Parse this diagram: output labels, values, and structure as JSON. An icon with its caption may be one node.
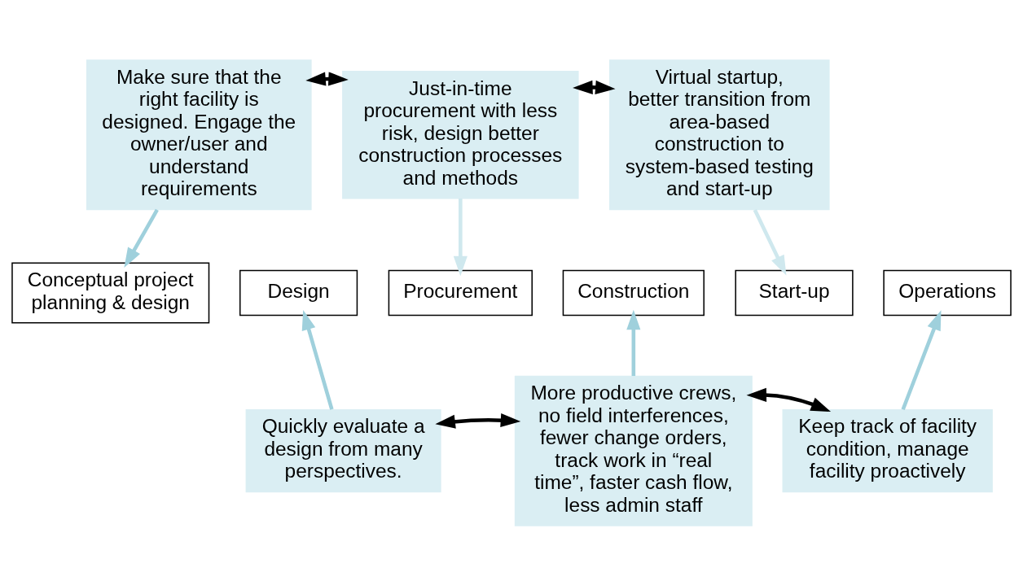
{
  "diagram": {
    "nodes": [
      {
        "text": [
          "Make sure that the right facility is designed. Engage the owner/user and understand requirements"
        ]
      },
      {
        "text": [
          "Just-in-time procurement with less risk, design better construction processes and methods"
        ]
      },
      {
        "text": [
          "Virtual startup, better transition from area-based construction to system-based testing and start-up"
        ]
      },
      {
        "text": [
          "Conceptual project planning & design"
        ]
      },
      {
        "text": [
          "Design"
        ]
      },
      {
        "text": [
          "Procurement"
        ]
      },
      {
        "text": [
          "Construction"
        ]
      },
      {
        "text": [
          "Start-up"
        ]
      },
      {
        "text": [
          "Operations"
        ]
      },
      {
        "text": [
          "Quickly evaluate a design from many perspectives."
        ]
      },
      {
        "text": [
          "More productive crews, no field interferences, fewer change orders, track work in “real time”, faster cash flow, less admin staff"
        ]
      },
      {
        "text": [
          "Keep track of facility condition, manage facility proactively"
        ]
      }
    ],
    "edges": [
      {
        "from": 0,
        "to": 1,
        "arrow": "both"
      },
      {
        "from": 1,
        "to": 2,
        "arrow": "both"
      },
      {
        "from": 9,
        "to": 10,
        "arrow": "both"
      },
      {
        "from": 10,
        "to": 11,
        "arrow": "both"
      },
      {
        "from": 0,
        "to": 3,
        "arrow": "to",
        "color": "#9fd0dc"
      },
      {
        "from": 1,
        "to": 5,
        "arrow": "to",
        "color": "#cfe8ee"
      },
      {
        "from": 2,
        "to": 7,
        "arrow": "to",
        "color": "#cfe8ee"
      },
      {
        "from": 9,
        "to": 4,
        "arrow": "to",
        "color": "#9fd0dc"
      },
      {
        "from": 10,
        "to": 6,
        "arrow": "to",
        "color": "#9fd0dc"
      },
      {
        "from": 11,
        "to": 8,
        "arrow": "to",
        "color": "#9fd0dc"
      }
    ]
  }
}
